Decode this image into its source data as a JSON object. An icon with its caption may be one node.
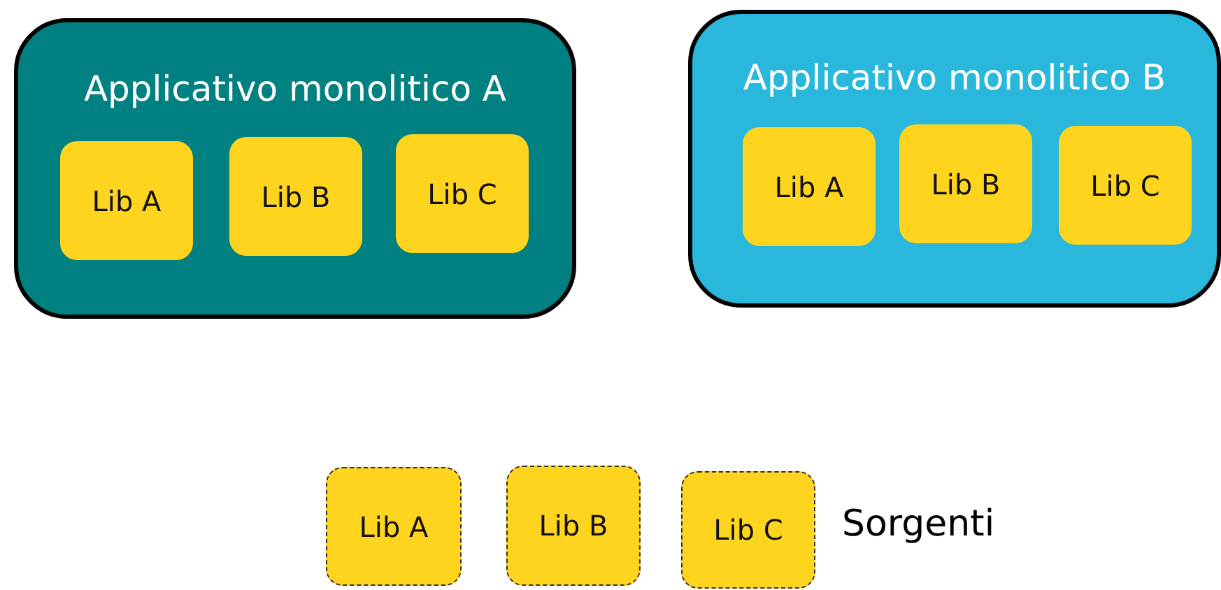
{
  "diagram": {
    "nodes": [
      {
        "text": [
          "Applicativo monolitico A"
        ]
      },
      {
        "text": [
          "Lib A"
        ],
        "in": 0
      },
      {
        "text": [
          "Lib B"
        ],
        "in": 0
      },
      {
        "text": [
          "Lib C"
        ],
        "in": 0
      },
      {
        "text": [
          "Applicativo monolitico B"
        ]
      },
      {
        "text": [
          "Lib A"
        ],
        "in": 4
      },
      {
        "text": [
          "Lib B"
        ],
        "in": 4
      },
      {
        "text": [
          "Lib C"
        ],
        "in": 4
      },
      {
        "text": [
          "Lib A"
        ]
      },
      {
        "text": [
          "Lib B"
        ]
      },
      {
        "text": [
          "Lib C"
        ]
      }
    ],
    "labels": [
      "Sorgenti"
    ]
  }
}
